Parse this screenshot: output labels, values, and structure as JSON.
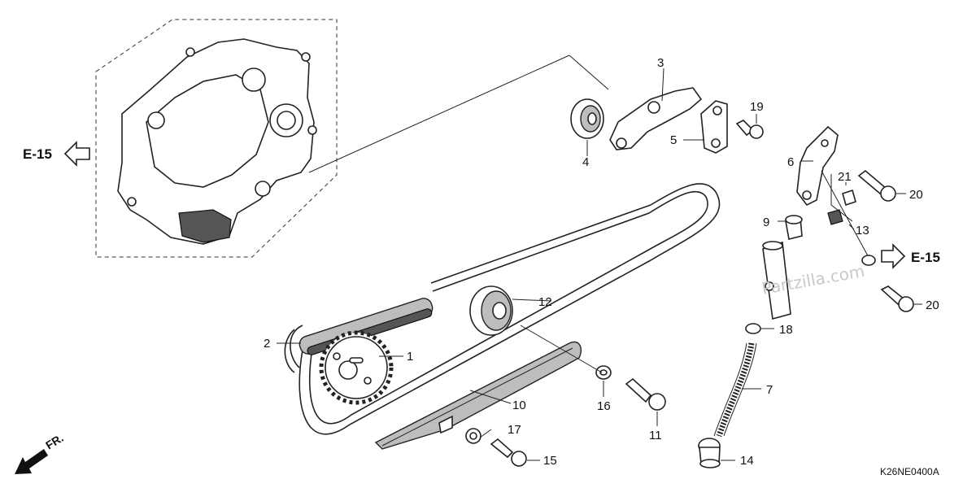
{
  "diagram": {
    "ref_marks": {
      "left": "E-15",
      "right": "E-15",
      "front": "FR."
    },
    "diagram_code": "K26NE0400A",
    "watermark": "Partzilla.com",
    "callouts": [
      {
        "id": "1",
        "label": "1"
      },
      {
        "id": "2",
        "label": "2"
      },
      {
        "id": "3",
        "label": "3"
      },
      {
        "id": "4",
        "label": "4"
      },
      {
        "id": "5",
        "label": "5"
      },
      {
        "id": "6",
        "label": "6"
      },
      {
        "id": "7",
        "label": "7"
      },
      {
        "id": "9",
        "label": "9"
      },
      {
        "id": "10",
        "label": "10"
      },
      {
        "id": "11",
        "label": "11"
      },
      {
        "id": "12",
        "label": "12"
      },
      {
        "id": "13",
        "label": "13"
      },
      {
        "id": "14",
        "label": "14"
      },
      {
        "id": "15",
        "label": "15"
      },
      {
        "id": "16",
        "label": "16"
      },
      {
        "id": "17",
        "label": "17"
      },
      {
        "id": "18",
        "label": "18"
      },
      {
        "id": "19",
        "label": "19"
      },
      {
        "id": "20a",
        "label": "20"
      },
      {
        "id": "20b",
        "label": "20"
      },
      {
        "id": "21",
        "label": "21"
      }
    ]
  }
}
